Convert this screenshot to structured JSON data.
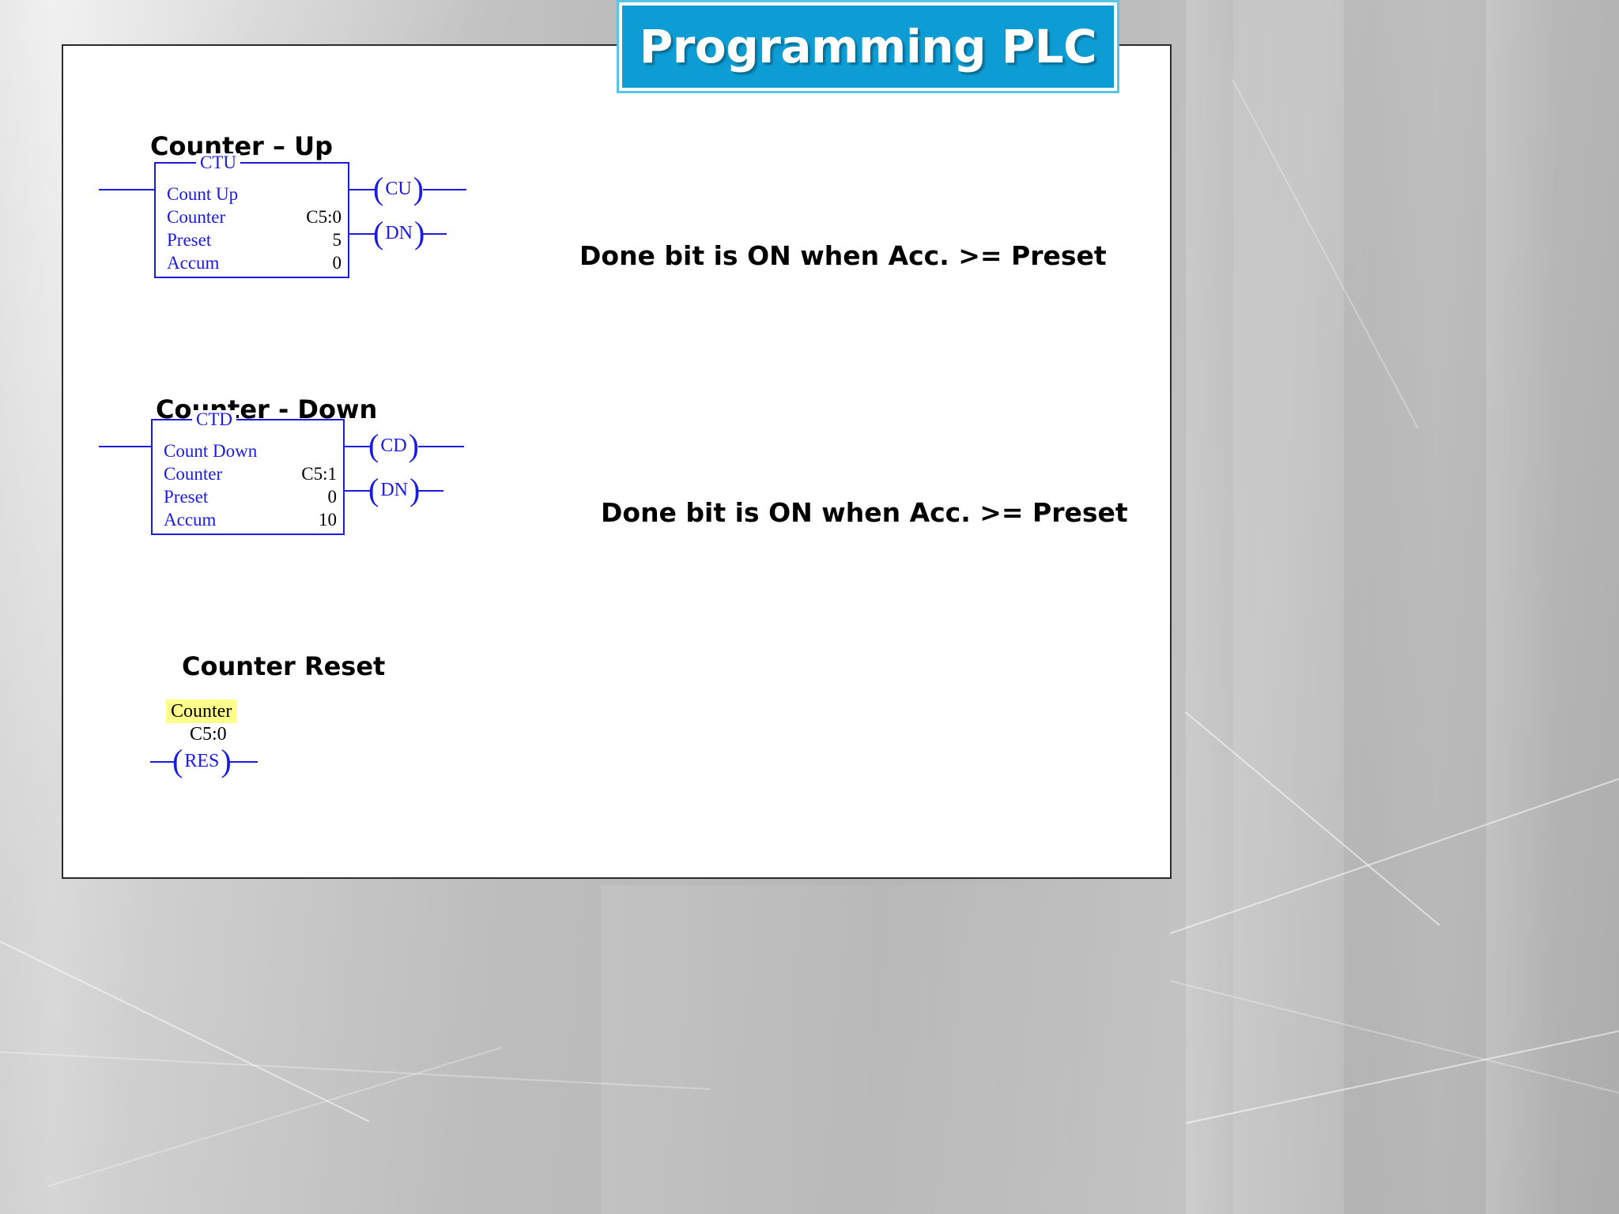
{
  "slide": {
    "title": "Programming PLC",
    "accent_color": "#0d9dd4",
    "accent_border_color": "#59c4e4",
    "ladder_color": "#1a1ae0",
    "highlight_color": "#ffff8c",
    "background_color": "#b6b6b6"
  },
  "sections": {
    "counter_up": {
      "heading": "Counter – Up",
      "note": "Done bit is ON when Acc. >= Preset",
      "block": {
        "title": "CTU",
        "lines": [
          {
            "label": "Count Up",
            "value": ""
          },
          {
            "label": "Counter",
            "value": "C5:0"
          },
          {
            "label": "Preset",
            "value": "5"
          },
          {
            "label": "Accum",
            "value": "0"
          }
        ],
        "outputs": [
          {
            "label": "CU"
          },
          {
            "label": "DN"
          }
        ]
      }
    },
    "counter_down": {
      "heading": "Counter - Down",
      "note": "Done bit is ON when Acc. >= Preset",
      "block": {
        "title": "CTD",
        "lines": [
          {
            "label": "Count Down",
            "value": ""
          },
          {
            "label": "Counter",
            "value": "C5:1"
          },
          {
            "label": "Preset",
            "value": "0"
          },
          {
            "label": "Accum",
            "value": "10"
          }
        ],
        "outputs": [
          {
            "label": "CD"
          },
          {
            "label": "DN"
          }
        ]
      }
    },
    "counter_reset": {
      "heading": "Counter Reset",
      "rung": {
        "instruction_label": "Counter",
        "address": "C5:0",
        "coil_label": "RES",
        "paren_open": "(",
        "paren_close": ")"
      }
    }
  },
  "glyphs": {
    "paren_open": "(",
    "paren_close": ")"
  }
}
